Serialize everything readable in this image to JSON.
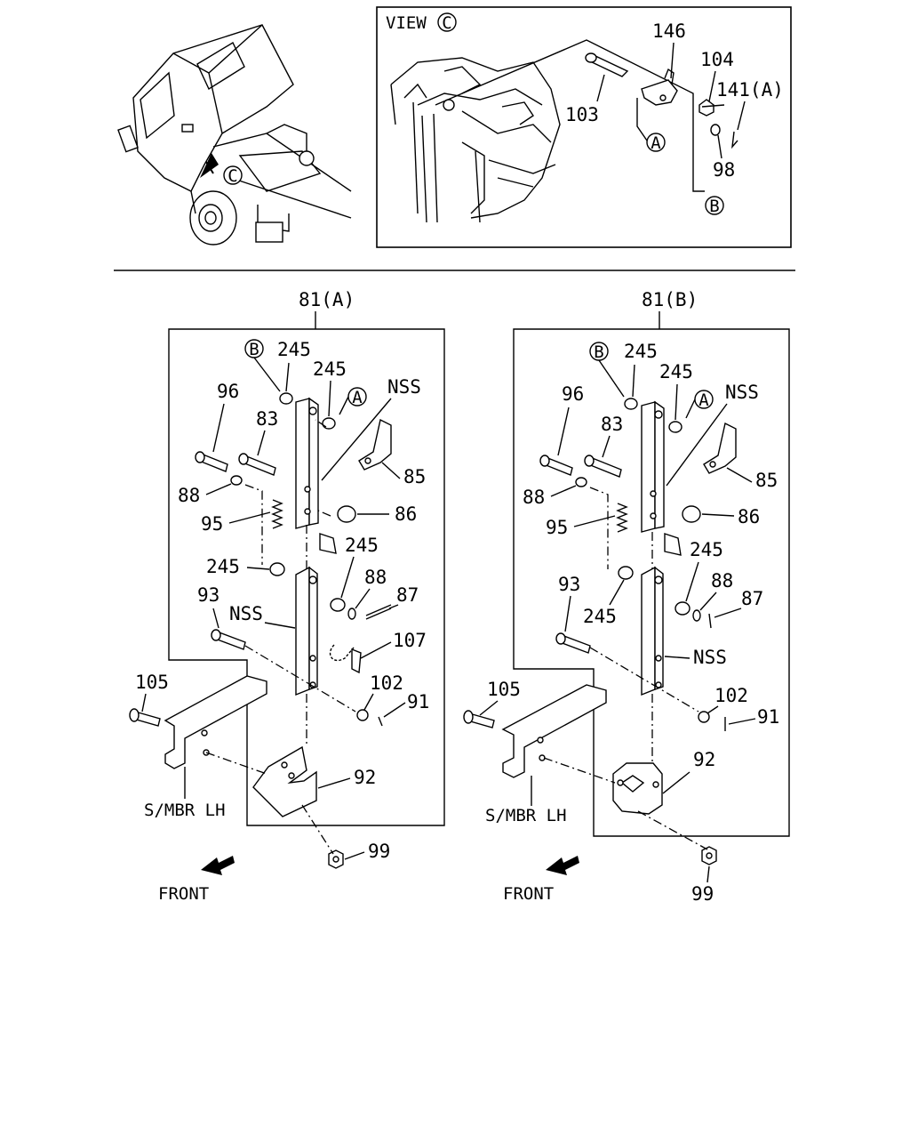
{
  "view": {
    "title": "VIEW",
    "marker": "C",
    "labels": {
      "p146": "146",
      "p104": "104",
      "p141a": "141(A)",
      "p103": "103",
      "p98": "98",
      "ref_a": "A",
      "ref_b": "B"
    }
  },
  "truck": {
    "view_marker": "C"
  },
  "panel_a": {
    "title": "81(A)",
    "labels": {
      "ref_b": "B",
      "p245a": "245",
      "p245b": "245",
      "ref_a": "A",
      "nss_top": "NSS",
      "p96": "96",
      "p83": "83",
      "p85": "85",
      "p88a": "88",
      "p86": "86",
      "p95": "95",
      "p245c": "245",
      "p245d": "245",
      "p88b": "88",
      "p87": "87",
      "p93": "93",
      "nss_mid": "NSS",
      "p107": "107",
      "p105": "105",
      "p102": "102",
      "p91": "91",
      "p92": "92",
      "smbr": "S/MBR LH",
      "p99": "99",
      "front": "FRONT"
    }
  },
  "panel_b": {
    "title": "81(B)",
    "labels": {
      "ref_b": "B",
      "p245a": "245",
      "p245b": "245",
      "ref_a": "A",
      "nss_top": "NSS",
      "p96": "96",
      "p83": "83",
      "p85": "85",
      "p88a": "88",
      "p86": "86",
      "p95": "95",
      "p245c": "245",
      "p245d": "245",
      "p88b": "88",
      "p87": "87",
      "p93": "93",
      "nss_mid": "NSS",
      "p105": "105",
      "p102": "102",
      "p91": "91",
      "p92": "92",
      "smbr": "S/MBR LH",
      "p99": "99",
      "front": "FRONT"
    }
  }
}
